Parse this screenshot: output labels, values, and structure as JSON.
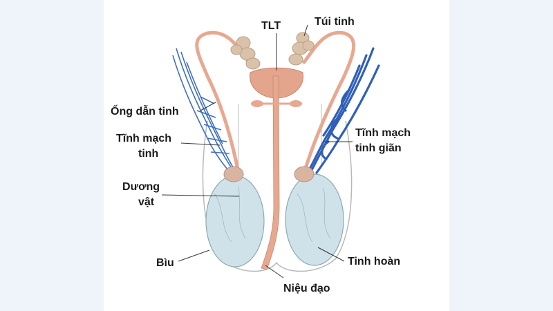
{
  "labels": {
    "tlt": "TLT",
    "tui_tinh": "Túi tinh",
    "ong_dan_tinh": "Ống dẫn tinh",
    "tinh_mach_tinh_1": "Tĩnh mạch",
    "tinh_mach_tinh_2": "tinh",
    "tinh_mach_gian_1": "Tĩnh mạch",
    "tinh_mach_gian_2": "tinh giãn",
    "duong_vat_1": "Dương",
    "duong_vat_2": "vật",
    "biu": "Bìu",
    "tinh_hoan": "Tinh hoàn",
    "nieu_dao": "Niệu đạo"
  },
  "colors": {
    "background": "#eaf1f8",
    "panel": "#ffffff",
    "duct": "#e8a890",
    "testis": "#cfe2ea",
    "vein_normal": "#3d6fc4",
    "vein_varicose": "#2f5fb8",
    "seminal_vesicle": "#d9c2a8",
    "scrotum_outline": "#b8b8b8"
  }
}
